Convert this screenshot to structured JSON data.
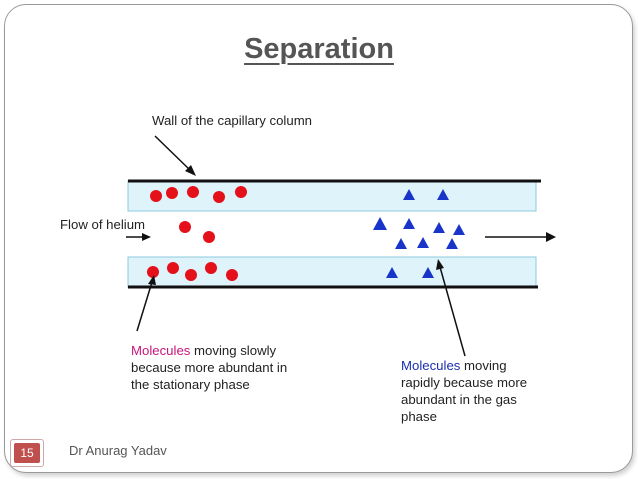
{
  "slide": {
    "title": "Separation",
    "page_number": "15",
    "author": "Dr Anurag Yadav"
  },
  "labels": {
    "wall": "Wall of the capillary column",
    "flow": "Flow of helium",
    "slow_key": "Molecules",
    "slow_rest_1": " moving slowly",
    "slow_line_2": "because more abundant in",
    "slow_line_3": "the stationary phase",
    "fast_key": "Molecules",
    "fast_rest_1": " moving",
    "fast_line_2": "rapidly because more",
    "fast_line_3": "abundant in the gas",
    "fast_line_4": "phase"
  },
  "colors": {
    "stationary_phase": "#dff3fb",
    "slow_molecule": "#e4111b",
    "fast_molecule": "#1934c8",
    "slow_keyword": "#c8157a",
    "fast_keyword": "#1a2fb0"
  }
}
